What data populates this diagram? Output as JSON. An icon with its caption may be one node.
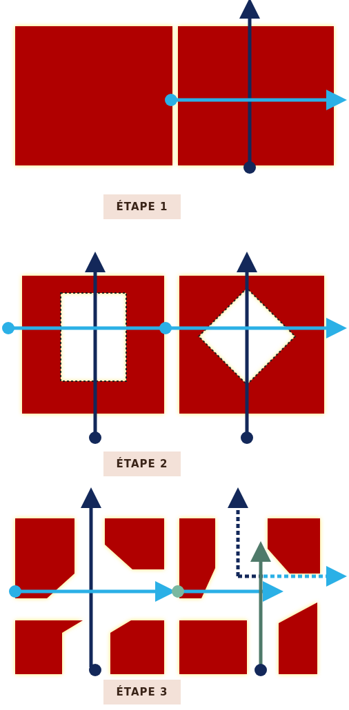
{
  "diagram": {
    "labels": [
      "ÉTAPE 1",
      "ÉTAPE 2",
      "ÉTAPE 3"
    ]
  }
}
